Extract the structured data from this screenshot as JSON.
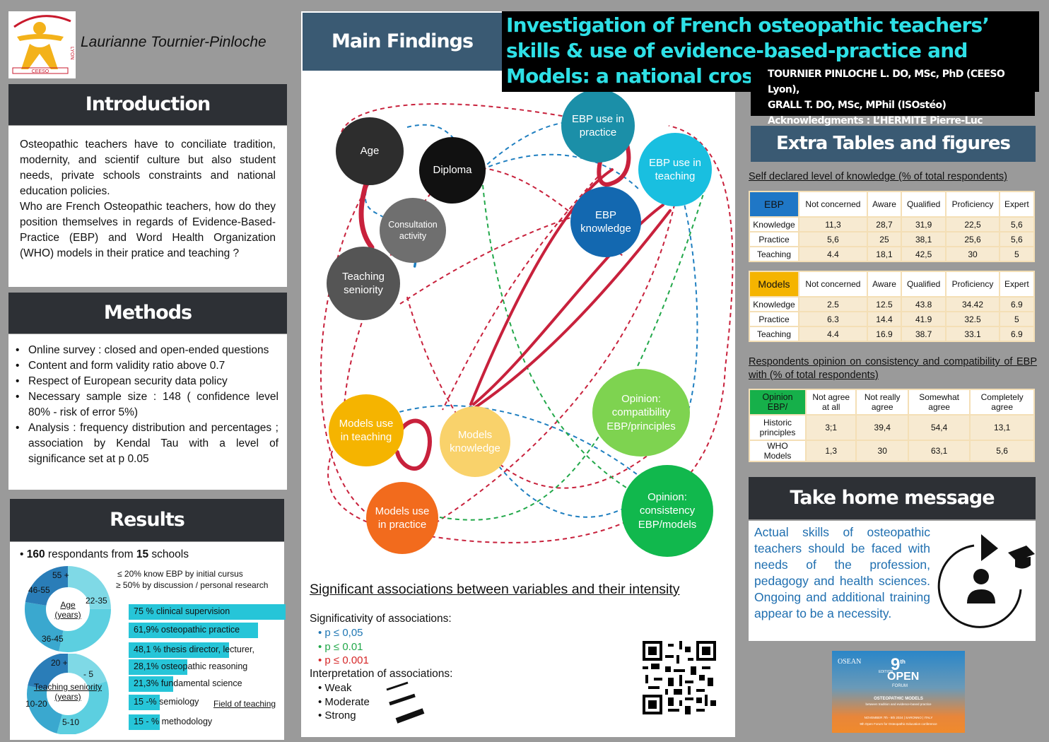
{
  "author": "Laurianne Tournier-Pinloche",
  "logo": {
    "main": "CEESO",
    "side": "LYON"
  },
  "title": "Investigation of French osteopathic teachers’ skills & use of evidence-based-practice and Models: a national cross-sectional survey",
  "authors_block": {
    "line1": "TOURNIER PINLOCHE L. DO, MSc, PhD (CEESO Lyon),",
    "line2": "GRALL T. DO, MSc, MPhil (ISOstéo)",
    "line3": "Acknowledgments : L’HERMITE Pierre-Luc"
  },
  "introduction": {
    "heading": "Introduction",
    "p1": "Osteopathic teachers have to conciliate tradition, modernity, and scientif culture but also student needs, private schools constraints and national education policies.",
    "p2": "Who are French Osteopathic teachers, how do they position themselves in regards of Evidence-Based-Practice (EBP) and Word Health Organization (WHO) models in their pratice and teaching ?"
  },
  "methods": {
    "heading": "Methods",
    "items": [
      "Online survey : closed and open-ended questions",
      "Content and form validity ratio above 0.7",
      "Respect of European security data policy",
      "Necessary sample size : 148 ( confidence level 80% - risk of error 5%)",
      "Analysis : frequency distribution and percentages ; association by Kendal Tau with a level of significance set at p 0.05"
    ]
  },
  "results": {
    "heading": "Results",
    "resp_n": "160",
    "resp_mid": " respondants from ",
    "resp_s": "15",
    "resp_end": " schools",
    "ebp_note1": "≤ 20% know EBP by initial cursus",
    "ebp_note2": "≥ 50% by discussion / personal research",
    "age_donut": {
      "label": "Age\n(years)",
      "segments": [
        "55 +",
        "22-35",
        "36-45",
        "46-55"
      ]
    },
    "seniority_donut": {
      "label": "Teaching seniority\n(years)",
      "segments": [
        "20 +",
        "- 5",
        "5-10",
        "10-20"
      ]
    },
    "field_label": "Field of teaching",
    "fields": [
      {
        "label": "75 % clinical supervision",
        "pct": 75
      },
      {
        "label": "61,9% osteopathic practice",
        "pct": 61.9
      },
      {
        "label": "48,1 % thesis director, lecturer,",
        "pct": 48.1
      },
      {
        "label": "28,1% osteopathic reasoning",
        "pct": 28.1
      },
      {
        "label": "21,3% fundamental science",
        "pct": 21.3
      },
      {
        "label": "15 -% semiology",
        "pct": 15
      },
      {
        "label": "15 - % methodology",
        "pct": 15
      }
    ]
  },
  "main_findings": {
    "heading": "Main Findings",
    "nodes": {
      "age": "Age",
      "diploma": "Diploma",
      "consult": "Consultation activity",
      "seniority": "Teaching seniority",
      "ebp_practice": "EBP use in practice",
      "ebp_teaching": "EBP use in teaching",
      "ebp_knowledge": "EBP knowledge",
      "models_teaching": "Models use in teaching",
      "models_knowledge": "Models knowledge",
      "models_practice": "Models use in practice",
      "op_compat": "Opinion: compatibility EBP/principles",
      "op_consist": "Opinion: consistency EBP/models"
    },
    "subtitle": "Significant associations between variables and their intensity",
    "sig_title": "Significativity of associations:",
    "sig_levels": [
      {
        "label": "p ≤ 0,05",
        "color": "#1f77b4"
      },
      {
        "label": "p ≤ 0.01",
        "color": "#22a84a"
      },
      {
        "label": "p ≤ 0.001",
        "color": "#d62728"
      }
    ],
    "interp_title": "Interpretation of associations:",
    "interp_levels": [
      "Weak",
      "Moderate",
      "Strong"
    ]
  },
  "extra": {
    "heading": "Extra Tables and figures",
    "knowledge_caption": "Self declared level of knowledge (% of total respondents)",
    "level_headers": [
      "Not concerned",
      "Aware",
      "Qualified",
      "Proficiency",
      "Expert"
    ],
    "ebp_table": {
      "corner": "EBP",
      "rows": [
        {
          "label": "Knowledge",
          "values": [
            "11,3",
            "28,7",
            "31,9",
            "22,5",
            "5,6"
          ]
        },
        {
          "label": "Practice",
          "values": [
            "5,6",
            "25",
            "38,1",
            "25,6",
            "5,6"
          ]
        },
        {
          "label": "Teaching",
          "values": [
            "4.4",
            "18,1",
            "42,5",
            "30",
            "5"
          ]
        }
      ]
    },
    "models_table": {
      "corner": "Models",
      "rows": [
        {
          "label": "Knowledge",
          "values": [
            "2.5",
            "12.5",
            "43.8",
            "34.42",
            "6.9"
          ]
        },
        {
          "label": "Practice",
          "values": [
            "6.3",
            "14.4",
            "41.9",
            "32.5",
            "5"
          ]
        },
        {
          "label": "Teaching",
          "values": [
            "4.4",
            "16.9",
            "38.7",
            "33.1",
            "6.9"
          ]
        }
      ]
    },
    "opinion_caption": "Respondents opinion on consistency and compatibility of EBP with (% of total respondents)",
    "opinion_table": {
      "corner": "Opinion EBP/",
      "headers": [
        "Not agree at all",
        "Not really agree",
        "Somewhat agree",
        "Completely agree"
      ],
      "rows": [
        {
          "label": "Historic principles",
          "values": [
            "3;1",
            "39,4",
            "54,4",
            "13,1"
          ]
        },
        {
          "label": "WHO Models",
          "values": [
            "1,3",
            "30",
            "63,1",
            "5,6"
          ]
        }
      ]
    }
  },
  "take_home": {
    "heading": "Take home message",
    "text": "Actual skills of osteopathic teachers should be faced with needs of the profession, pedagogy and health sciences. Ongoing and additional training appear to be a necessity."
  },
  "forum": {
    "logo": "OSEAN",
    "edition": "9",
    "edition_sup": "th",
    "edition_word": "EDITION",
    "open": "OPEN",
    "forum": "FORUM",
    "t1": "OSTEOPATHIC MODELS",
    "t2": "between tradition and evidence-based practice",
    "t3": "NOVEMBER 7th - 8th 2024 | SARONNO | ITALY",
    "t4": "9th Open Forum for Osteopathic Education conference"
  },
  "colors": {
    "dark": "#2d3035",
    "slate": "#3a5a73",
    "blue": "#1f77b4",
    "green": "#22a84a",
    "red": "#d62728",
    "cyan": "#26c5d8"
  }
}
